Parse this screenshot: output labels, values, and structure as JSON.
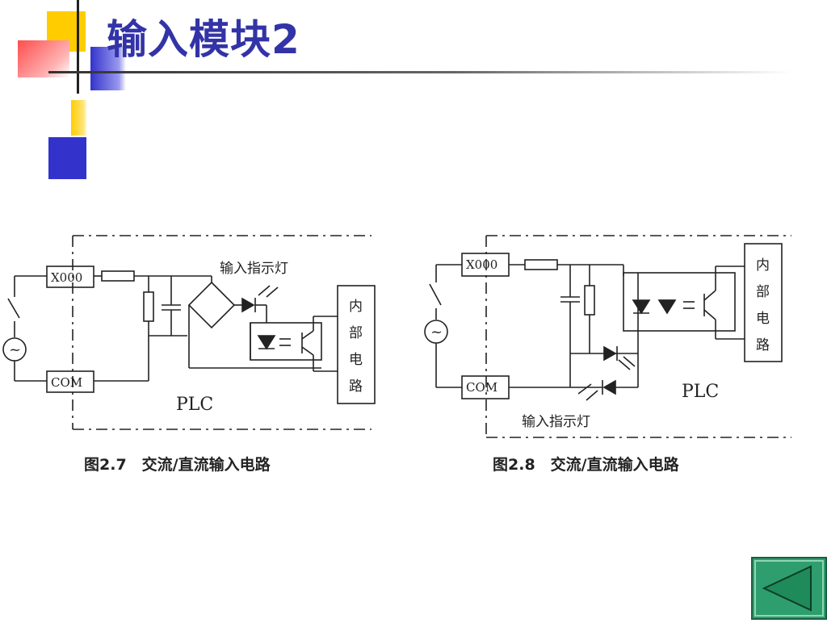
{
  "slide": {
    "title": "输入模块2"
  },
  "figure_a": {
    "terminal_x": "X000",
    "terminal_com": "COM",
    "ac_symbol": "~",
    "indicator_label": "输入指示灯",
    "plc_label": "PLC",
    "internal_box": [
      "内",
      "部",
      "电",
      "路"
    ],
    "caption": "图2.7　交流/直流输入电路"
  },
  "figure_b": {
    "terminal_x": "X000",
    "terminal_com": "COM",
    "ac_symbol": "~",
    "indicator_label": "输入指示灯",
    "plc_label": "PLC",
    "internal_box": [
      "内",
      "部",
      "电",
      "路"
    ],
    "caption": "图2.8　交流/直流输入电路"
  },
  "nav": {
    "back_icon": "back-triangle-icon"
  },
  "colors": {
    "title": "#3333a8",
    "deco_yellow": "#ffcc00",
    "deco_blue": "#3333cc",
    "deco_red": "#ff6666",
    "button_green": "#2e9e6e"
  }
}
